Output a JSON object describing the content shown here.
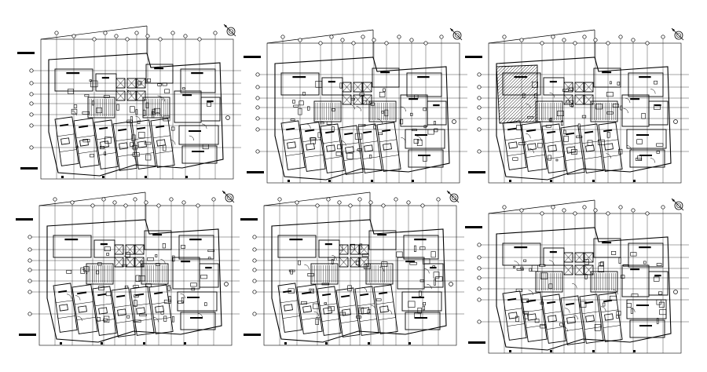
{
  "sheet": {
    "background": "#ffffff",
    "ink": "#000000",
    "plan_count": 6,
    "plans": [
      {
        "id": "plan-1",
        "hatched_stair_block": false,
        "north_arrow_icon": "north-arrow-icon"
      },
      {
        "id": "plan-2",
        "hatched_stair_block": false,
        "north_arrow_icon": "north-arrow-icon"
      },
      {
        "id": "plan-3",
        "hatched_stair_block": true,
        "north_arrow_icon": "north-arrow-icon"
      },
      {
        "id": "plan-4",
        "hatched_stair_block": false,
        "north_arrow_icon": "north-arrow-icon"
      },
      {
        "id": "plan-5",
        "hatched_stair_block": false,
        "north_arrow_icon": "north-arrow-icon"
      },
      {
        "id": "plan-6",
        "hatched_stair_block": false,
        "north_arrow_icon": "north-arrow-icon"
      }
    ]
  }
}
